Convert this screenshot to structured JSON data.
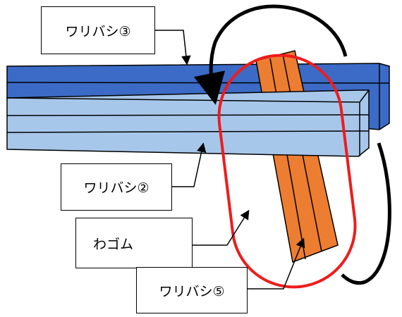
{
  "diagram": {
    "labels": {
      "chopstick_3": "ワリバシ③",
      "chopstick_2": "ワリバシ②",
      "rubber_band": "わゴム",
      "chopstick_5": "ワリバシ⑤"
    },
    "colors": {
      "chopstick_3": "#3b6bc6",
      "chopstick_2": "#a7c7ea",
      "chopstick_5": "#ed7d31",
      "rubber_band": "#ee1c1c",
      "wrap_arrow": "#000000",
      "outline": "#000000"
    }
  }
}
